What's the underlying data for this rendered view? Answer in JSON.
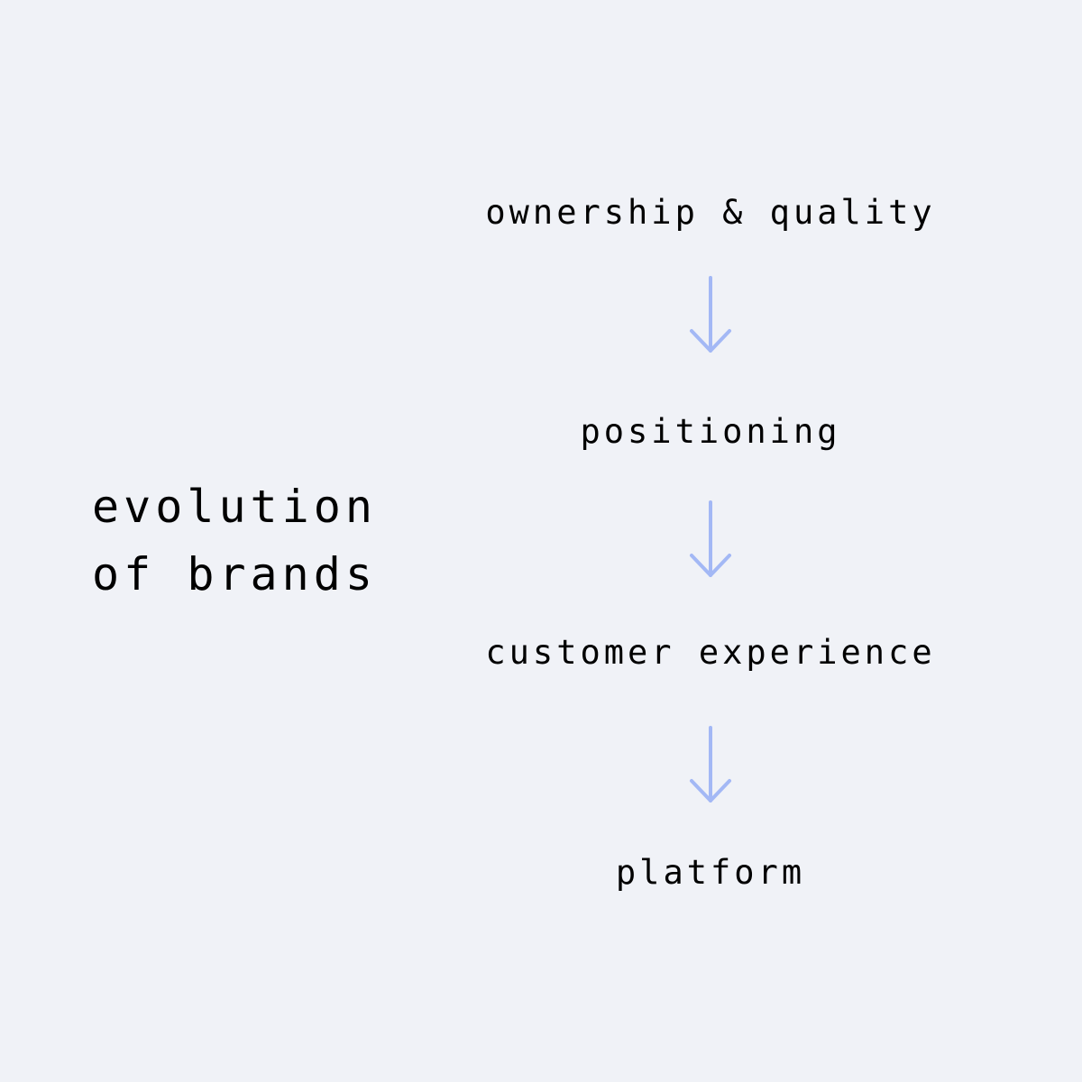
{
  "title": {
    "line1": "evolution",
    "line2": "of brands"
  },
  "steps": [
    "ownership & quality",
    "positioning",
    "customer experience",
    "platform"
  ],
  "colors": {
    "background": "#f0f2f7",
    "text": "#000000",
    "arrow": "#a3b8f5"
  },
  "icons": {
    "arrow": "arrow-down-icon"
  }
}
